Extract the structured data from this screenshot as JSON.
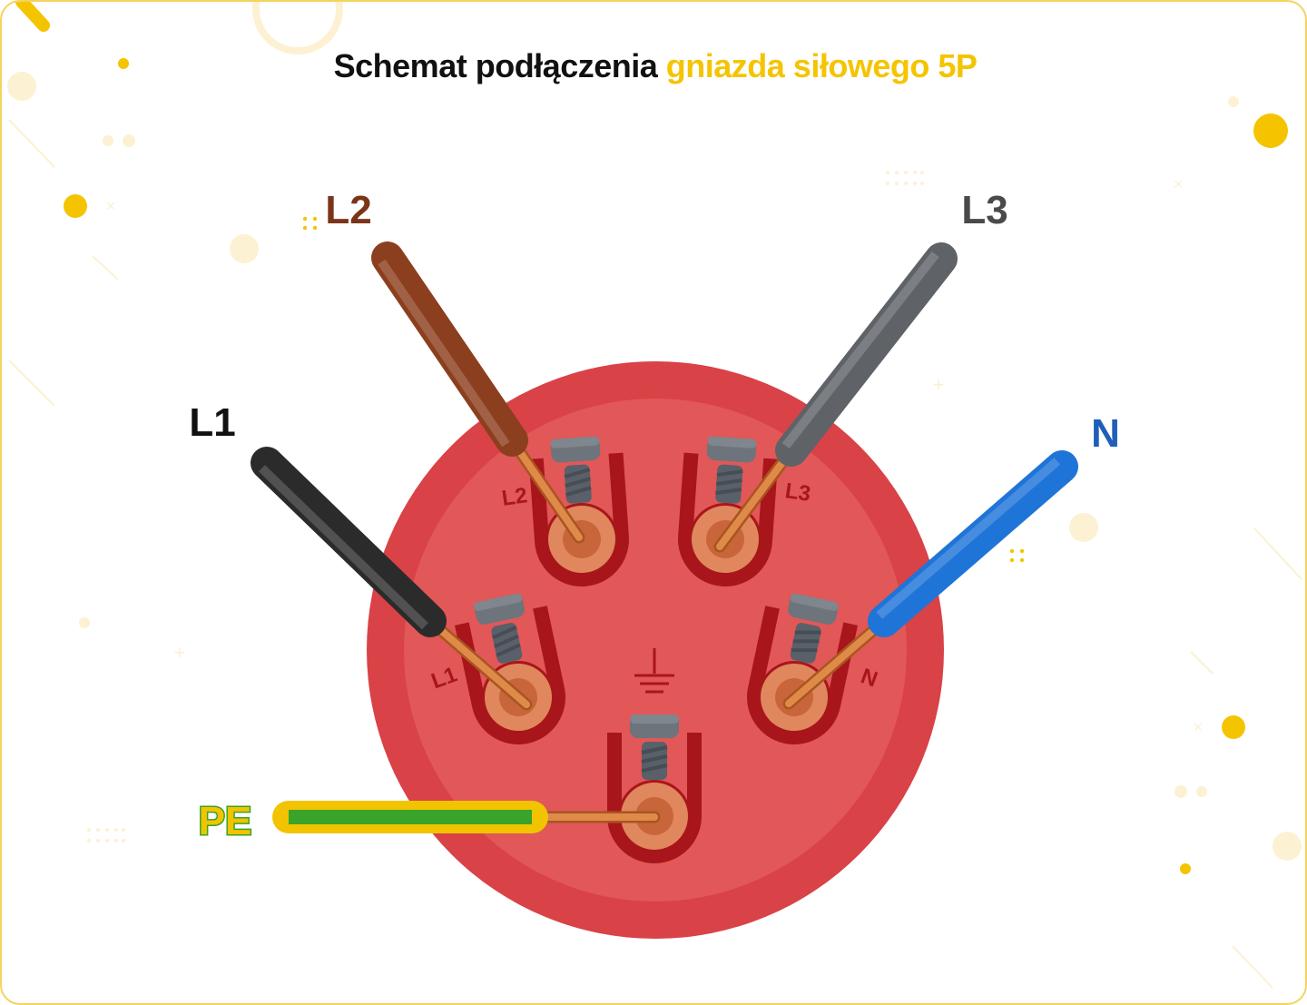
{
  "title": {
    "prefix": "Schemat podłączenia",
    "highlight": "gniazda siłowego 5P"
  },
  "colors": {
    "accent": "#f5c400",
    "socket_outer": "#d94247",
    "socket_inner": "#e25757",
    "terminal_dark": "#a8161b",
    "copper": "#e08a4a",
    "screw": "#6d747b"
  },
  "wires": [
    {
      "id": "L1",
      "label": "L1",
      "color": "#2b2b2b",
      "label_color": "#111111"
    },
    {
      "id": "L2",
      "label": "L2",
      "color": "#8c3f1e",
      "label_color": "#7a3518"
    },
    {
      "id": "L3",
      "label": "L3",
      "color": "#5f6368",
      "label_color": "#4a4a4a"
    },
    {
      "id": "N",
      "label": "N",
      "color": "#1f74d8",
      "label_color": "#1f5fb8"
    },
    {
      "id": "PE",
      "label": "PE",
      "color": "#3aa32a",
      "stripe_color": "#f2c400",
      "label_color": "#f2c400"
    }
  ],
  "terminals": [
    {
      "id": "L2",
      "label": "L2"
    },
    {
      "id": "L3",
      "label": "L3"
    },
    {
      "id": "L1",
      "label": "L1"
    },
    {
      "id": "N",
      "label": "N"
    },
    {
      "id": "PE",
      "symbol": "ground-icon"
    }
  ]
}
